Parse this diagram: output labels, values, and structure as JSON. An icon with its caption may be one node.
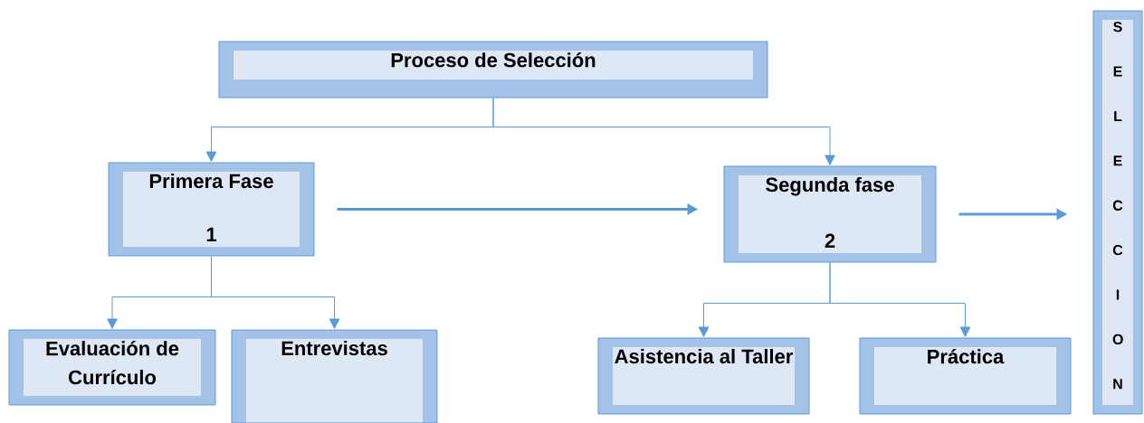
{
  "diagram": {
    "nodes": [
      {
        "text": [
          "Proceso de Selección"
        ]
      },
      {
        "text": [
          "Primera Fase",
          "1"
        ]
      },
      {
        "text": [
          "Segunda fase",
          "2"
        ]
      },
      {
        "text": [
          "Evaluación de Currículo"
        ]
      },
      {
        "text": [
          "Entrevistas"
        ]
      },
      {
        "text": [
          "Asistencia al Taller"
        ]
      },
      {
        "text": [
          "Práctica"
        ]
      },
      {
        "text": [
          "S E L E C C I O N"
        ]
      }
    ],
    "edges": [
      {
        "from": 0,
        "to": 1,
        "arrow": "to"
      },
      {
        "from": 0,
        "to": 2,
        "arrow": "to"
      },
      {
        "from": 1,
        "to": 2,
        "arrow": "to",
        "style": "thick"
      },
      {
        "from": 2,
        "to": 7,
        "arrow": "to",
        "style": "thick"
      },
      {
        "from": 1,
        "to": 3,
        "arrow": "to"
      },
      {
        "from": 1,
        "to": 4,
        "arrow": "to"
      },
      {
        "from": 2,
        "to": 5,
        "arrow": "to"
      },
      {
        "from": 2,
        "to": 6,
        "arrow": "to"
      }
    ]
  }
}
